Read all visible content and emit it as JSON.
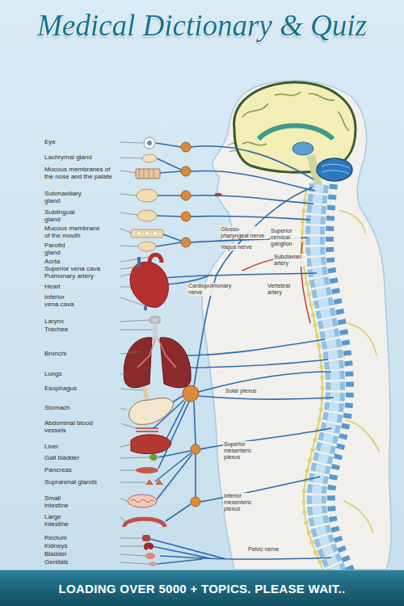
{
  "diagram": {
    "title": "Medical Dictionary & Quiz",
    "nodes": [
      {
        "text": [
          "LOADING OVER 5000 + TOPICS. PLEASE WAIT.."
        ]
      }
    ],
    "labels": [
      "Eye",
      "Lachrymal gland",
      "Mucous membranes of the nose and the palate",
      "Submaxillary gland",
      "Sublingual gland",
      "Mucous membrane of the mouth",
      "Parotid gland",
      "Aorta",
      "Superior vena cava",
      "Pulmonary artery",
      "Heart",
      "Inferior vena cava",
      "Larynx",
      "Trachea",
      "Bronchi",
      "Lungs",
      "Esophagus",
      "Stomach",
      "Abdominal blood vessels",
      "Liver",
      "Gall bladder",
      "Pancreas",
      "Suprarenal glands",
      "Small intestine",
      "Large intestine",
      "Rectum",
      "Kidneys",
      "Bladder",
      "Genitals",
      "Glosso-pharyngeal nerve",
      "Superior cervical ganglion",
      "Vagus nerve",
      "Subclavian artery",
      "Cardiopulmonary nerve",
      "Vertebral artery",
      "Solar plexus",
      "Superior mesenteric plexus",
      "Inferior mesenteric plexus",
      "Pelvic nerve"
    ]
  }
}
